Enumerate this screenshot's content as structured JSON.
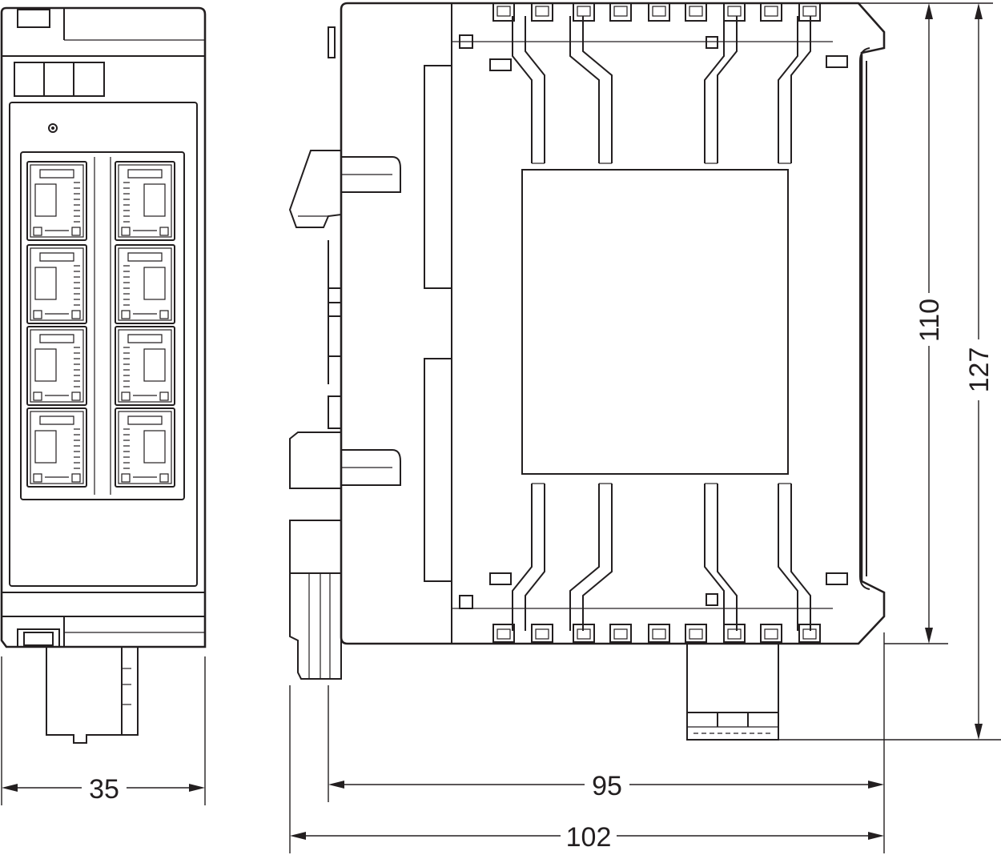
{
  "dimensions": {
    "width_front": "35",
    "depth_rail": "95",
    "depth_total": "102",
    "height_body": "110",
    "height_total": "127"
  },
  "front_view": {
    "rj45_port_count": 8,
    "led_count": 3
  },
  "colors": {
    "line": "#231f20",
    "background": "#ffffff"
  }
}
